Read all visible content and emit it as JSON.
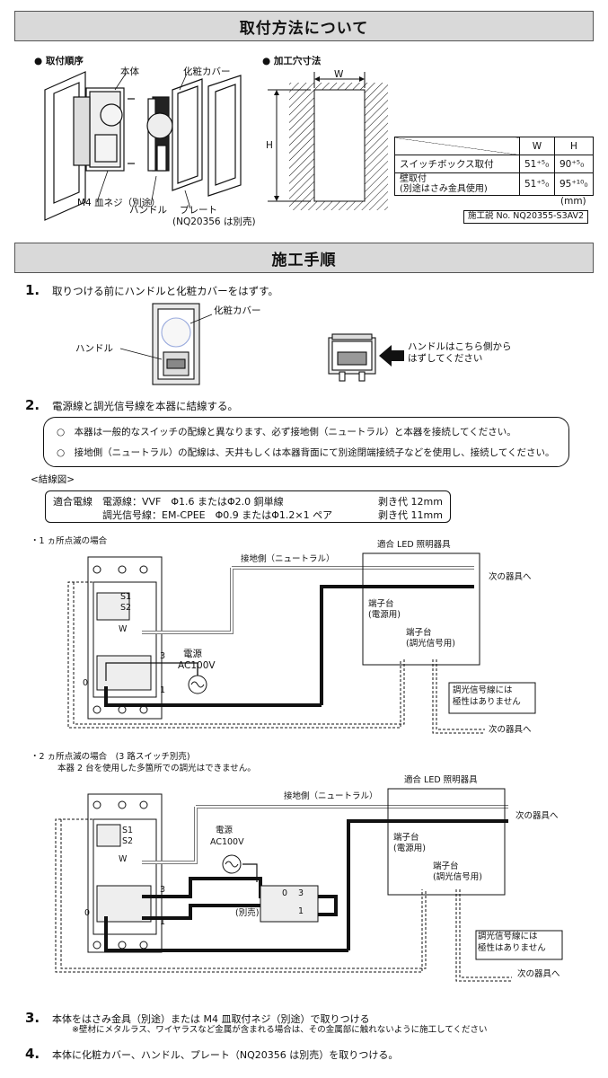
{
  "sections": {
    "install_title": "取付方法について",
    "procedure_title": "施工手順"
  },
  "install_order": {
    "heading": "● 取付順序",
    "body_label": "本体",
    "cover_label": "化粧カバー",
    "screw_label": "M4 皿ネジ（別途）",
    "handle_label": "ハンドル",
    "plate_label": "プレート",
    "plate_note": "(NQ20356 は別売)"
  },
  "cutout": {
    "heading": "● 加工穴寸法",
    "w_label": "W",
    "h_label": "H",
    "table": {
      "header": [
        "",
        "W",
        "H"
      ],
      "rows": [
        {
          "label": "スイッチボックス取付",
          "w": "51⁺⁵₀",
          "h": "90⁺⁵₀"
        },
        {
          "label": "壁取付\n(別途はさみ金具使用)",
          "w": "51⁺⁵₀",
          "h": "95⁺¹⁰₀"
        }
      ],
      "unit": "(mm)"
    },
    "doc_no": "施工説 No. NQ20355-S3AV2"
  },
  "steps": [
    {
      "num": "1.",
      "text": "取りつける前にハンドルと化粧カバーをはずす。"
    },
    {
      "num": "2.",
      "text": "電源線と調光信号線を本器に結線する。"
    },
    {
      "num": "3.",
      "text": "本体をはさみ金具（別途）または M4 皿取付ネジ（別途）で取りつける"
    },
    {
      "num": "4.",
      "text": "本体に化粧カバー、ハンドル、プレート（NQ20356 は別売）を取りつける。"
    }
  ],
  "step1": {
    "cover_label": "化粧カバー",
    "handle_label": "ハンドル",
    "remove_hint_1": "ハンドルはこちら側から",
    "remove_hint_2": "はずしてください"
  },
  "notes": [
    "○　本器は一般的なスイッチの配線と異なります、必ず接地側（ニュートラル）と本器を接続してください。",
    "○　接地側（ニュートラル）の配線は、天井もしくは本器背面にて別途閉端接続子などを使用し、接続してください。"
  ],
  "wiring": {
    "heading": "<結線図>",
    "row1_a": "適合電線　電源線：VVF　Φ1.6 またはΦ2.0 銅単線",
    "row1_b": "剥き代 12mm",
    "row2_a": "　　　　　調光信号線：EM-CPEE　Φ0.9 またはΦ1.2×1 ペア",
    "row2_b": "剥き代 11mm"
  },
  "diagram1": {
    "title": "・1 ヵ所点滅の場合",
    "fixture": "適合 LED 照明器具",
    "neutral": "接地側（ニュートラル）",
    "next1": "次の器具へ",
    "terminal_power_1": "端子台",
    "terminal_power_2": "(電源用)",
    "terminal_signal_1": "端子台",
    "terminal_signal_2": "(調光信号用)",
    "power_1": "電源",
    "power_2": "AC100V",
    "polarity_1": "調光信号線には",
    "polarity_2": "極性はありません",
    "next2": "次の器具へ",
    "s1": "S1",
    "s2": "S2",
    "w": "W",
    "t3": "3",
    "t0": "0",
    "t1": "1"
  },
  "diagram2": {
    "title": "・2 ヵ所点滅の場合　(3 路スイッチ別売)",
    "subtitle": "本器 2 台を使用した多箇所での調光はできません。",
    "fixture": "適合 LED 照明器具",
    "neutral": "接地側（ニュートラル）",
    "next1": "次の器具へ",
    "terminal_power_1": "端子台",
    "terminal_power_2": "(電源用)",
    "terminal_signal_1": "端子台",
    "terminal_signal_2": "(調光信号用)",
    "power_1": "電源",
    "power_2": "AC100V",
    "polarity_1": "調光信号線には",
    "polarity_2": "極性はありません",
    "next2": "次の器具へ",
    "separate": "(別売)",
    "s1": "S1",
    "s2": "S2",
    "w": "W",
    "t3": "3",
    "t0": "0",
    "t1": "1",
    "sw0": "0",
    "sw3": "3",
    "sw1": "1"
  },
  "step3_note": "※壁材にメタルラス、ワイヤラスなど金属が含まれる場合は、その金属部に触れないように施工してください"
}
